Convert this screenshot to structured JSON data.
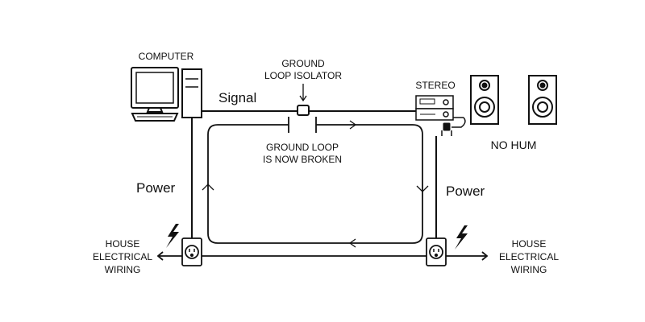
{
  "labels": {
    "computer": "COMPUTER",
    "ground_loop_isolator_1": "GROUND",
    "ground_loop_isolator_2": "LOOP ISOLATOR",
    "stereo": "STEREO",
    "signal": "Signal",
    "ground_loop_broken_1": "GROUND LOOP",
    "ground_loop_broken_2": "IS NOW BROKEN",
    "no_hum": "NO HUM",
    "power_left": "Power",
    "power_right": "Power",
    "house_wiring_left_1": "HOUSE",
    "house_wiring_left_2": "ELECTRICAL",
    "house_wiring_left_3": "WIRING",
    "house_wiring_right_1": "HOUSE",
    "house_wiring_right_2": "ELECTRICAL",
    "house_wiring_right_3": "WIRING"
  },
  "icons": {
    "computer": "computer-icon",
    "stereo": "stereo-icon",
    "speakers": "speaker-icon",
    "outlets": "outlet-icon",
    "lightning": "lightning-icon",
    "plug": "plug-icon"
  },
  "colors": {
    "line": "#111111",
    "background": "#ffffff"
  }
}
